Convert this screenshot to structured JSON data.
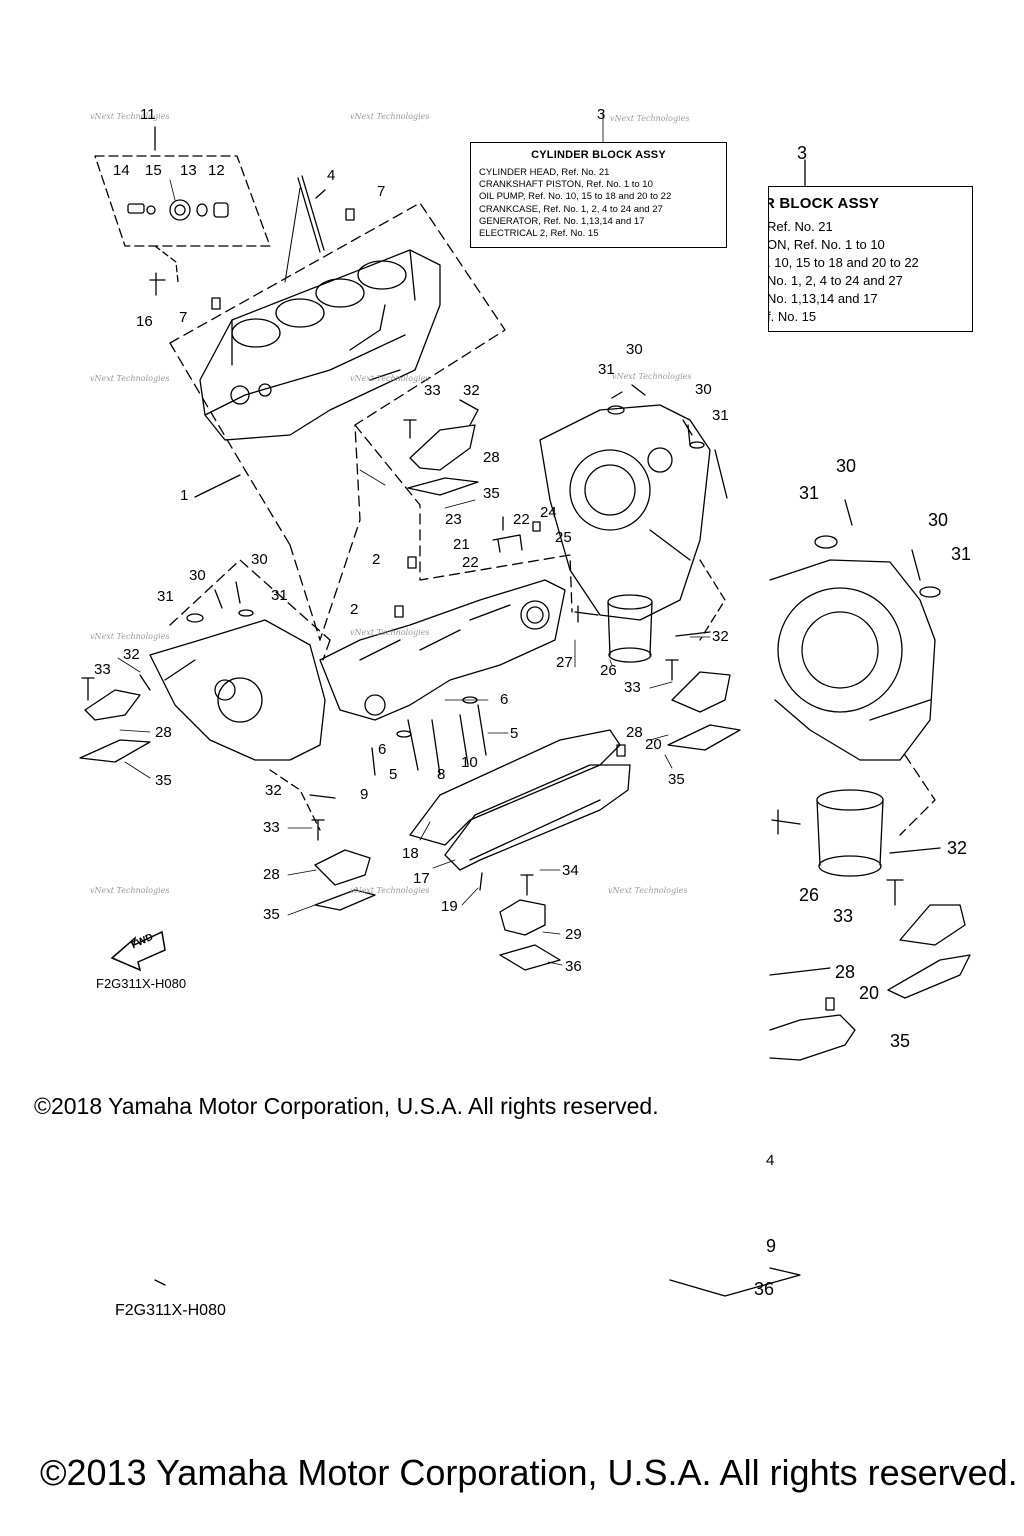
{
  "diagram": {
    "assembly_title": "CYLINDER BLOCK ASSY",
    "legend_lines": [
      "CYLINDER HEAD, Ref. No. 21",
      "CRANKSHAFT PISTON, Ref. No. 1 to 10",
      "OIL PUMP, Ref. No. 10, 15 to 18  and 20 to 22",
      "CRANKCASE, Ref. No. 1, 2, 4 to 24 and 27",
      "GENERATOR, Ref. No. 1,13,14 and 17",
      "ELECTRICAL 2, Ref. No. 15"
    ],
    "zoom_legend_title": "R BLOCK ASSY",
    "zoom_legend_lines": [
      "Ref. No. 21",
      "ON, Ref. No. 1 to 10",
      ". 10, 15 to 18  and 20 to 22",
      "No. 1, 2, 4 to 24 and 27",
      "No. 1,13,14 and 17",
      "f. No. 15"
    ],
    "drawing_code": "F2G311X-H080",
    "drawing_code_repeat": "F2G311X-H080",
    "fwd_label": "FWD",
    "watermark": "vNext Technologies",
    "copyright_small": "©2018 Yamaha Motor Corporation, U.S.A. All rights reserved.",
    "copyright_large": "©2013 Yamaha Motor Corporation, U.S.A. All rights reserved.",
    "callouts": [
      "11",
      "14",
      "15",
      "13",
      "12",
      "4",
      "7",
      "3",
      "16",
      "7",
      "1",
      "33",
      "32",
      "28",
      "35",
      "30",
      "31",
      "30",
      "31",
      "23",
      "22",
      "24",
      "21",
      "25",
      "22",
      "2",
      "2",
      "30",
      "30",
      "31",
      "31",
      "33",
      "32",
      "28",
      "35",
      "6",
      "5",
      "8",
      "10",
      "6",
      "5",
      "9",
      "32",
      "33",
      "28",
      "35",
      "27",
      "26",
      "32",
      "33",
      "28",
      "35",
      "20",
      "18",
      "17",
      "34",
      "19",
      "29",
      "36",
      "3",
      "30",
      "31",
      "30",
      "31",
      "32",
      "26",
      "33",
      "28",
      "20",
      "35",
      "4",
      "9",
      "36"
    ]
  }
}
